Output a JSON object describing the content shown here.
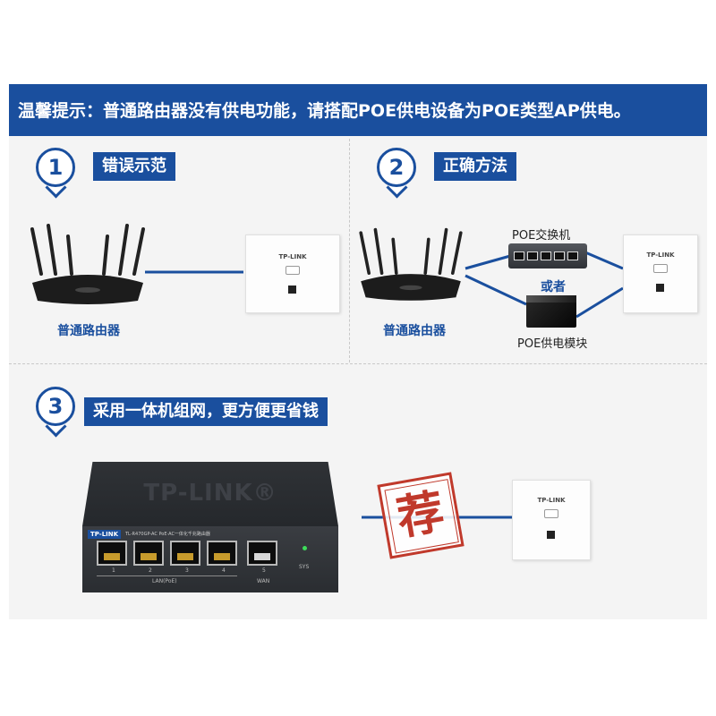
{
  "banner": {
    "text": "温馨提示：普通路由器没有供电功能，请搭配POE供电设备为POE类型AP供电。"
  },
  "sections": [
    {
      "number": "1",
      "title": "错误示范",
      "router_caption": "普通路由器"
    },
    {
      "number": "2",
      "title": "正确方法",
      "router_caption": "普通路由器",
      "switch_caption": "POE交换机",
      "or_text": "或者",
      "module_caption": "POE供电模块"
    },
    {
      "number": "3",
      "title": "采用一体机组网，更方便更省钱"
    }
  ],
  "device": {
    "brand": "TP-LINK",
    "top_logo": "TP-LINK®",
    "model_text": "TL-R470GP-AC PoE·AC一体化千兆路由器",
    "port_numbers": [
      "1",
      "2",
      "3",
      "4",
      "5"
    ],
    "lan_label": "LAN(PoE)",
    "wan_label": "WAN",
    "sys_label": "SYS"
  },
  "stamp": {
    "text": "荐"
  },
  "colors": {
    "brand_blue": "#1a4f9e",
    "cable_blue": "#1a4f9e",
    "stamp_red": "#c0392b"
  }
}
